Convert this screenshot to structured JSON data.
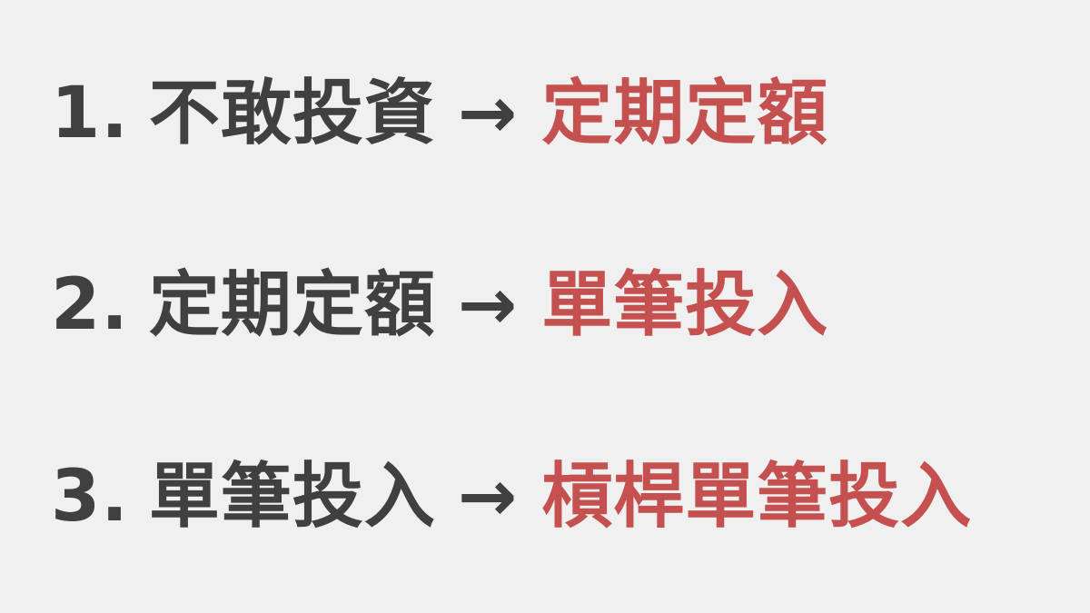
{
  "colors": {
    "background": "#f1f0f0",
    "text": "#404040",
    "highlight": "#c45150"
  },
  "arrow": "→",
  "steps": [
    {
      "number": "1.",
      "from": "不敢投資",
      "to": "定期定額"
    },
    {
      "number": "2.",
      "from": "定期定額",
      "to": "單筆投入"
    },
    {
      "number": "3.",
      "from": "單筆投入",
      "to": "槓桿單筆投入"
    }
  ]
}
